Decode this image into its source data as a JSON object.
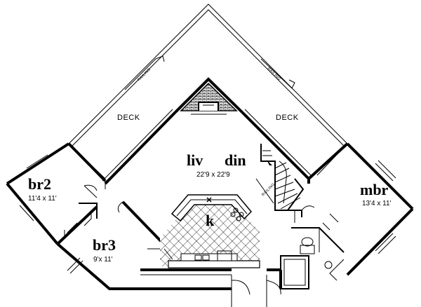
{
  "rooms": {
    "living": {
      "name": "liv",
      "dimensions": "22'9 x 22'9"
    },
    "dining": {
      "name": "din"
    },
    "bedroom2": {
      "name": "br2",
      "dimensions": "11'4 x 11'"
    },
    "bedroom3": {
      "name": "br3",
      "dimensions": "9'x 11'"
    },
    "master": {
      "name": "mbr",
      "dimensions": "13'4 x 11'"
    },
    "kitchen": {
      "name": "k"
    }
  },
  "decks": {
    "left": "DECK",
    "right": "DECK"
  },
  "railings": {
    "left_deck": "RAILING",
    "right_deck": "RAILING",
    "stair": "RAILING"
  }
}
